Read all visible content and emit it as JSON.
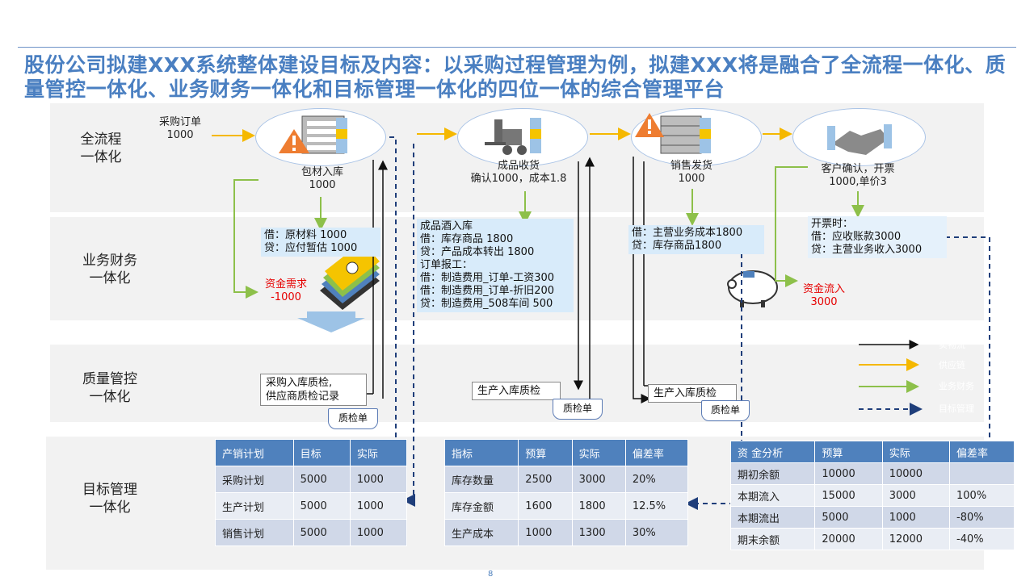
{
  "title": "股份公司拟建XXX系统整体建设目标及内容：以采购过程管理为例，拟建XXX将是融合了全流程一体化、质量管控一体化、业务财务一体化和目标管理一体化的四位一体的综合管理平台",
  "rows": {
    "row1": "全流程\n一体化",
    "row2": "业务财务\n一体化",
    "row3": "质量管控\n一体化",
    "row4": "目标管理\n一体化"
  },
  "flow": {
    "purchase_order": "采购订单\n1000",
    "stage1": "包材入库\n1000",
    "stage2": "成品收货\n确认1000，成本1.8",
    "stage3": "销售发货\n1000",
    "stage4": "客户确认，开票\n1000,单价3"
  },
  "finance": {
    "entry1": "借：原材料 1000\n    贷：应付暂估 1000",
    "cash_need": "资金需求\n-1000",
    "entry2": "成品酒入库\n借：库存商品 1800\n    贷：产品成本转出 1800\n订单报工：\n借：制造费用_订单-工资300\n借：制造费用_订单-折旧200\n贷：制造费用_508车间 500",
    "entry3": "借：主营业务成本1800\n    贷：库存商品1800",
    "entry4": "开票时：\n借：应收账款3000\n    贷：主营业务收入3000",
    "cash_in": "资金流入\n3000"
  },
  "quality": {
    "box1": "采购入库质检,\n供应商质检记录",
    "doc1": "质检单",
    "box2": "生产入库质检",
    "doc2": "质检单",
    "box3": "生产入库质检",
    "doc3": "质检单"
  },
  "legend": {
    "items": [
      "实物流",
      "供应链",
      "业务财务",
      "目标管理"
    ]
  },
  "tables": {
    "plan": {
      "headers": [
        "产销计划",
        "目标",
        "实际"
      ],
      "rows": [
        [
          "采购计划",
          "5000",
          "1000"
        ],
        [
          "生产计划",
          "5000",
          "1000"
        ],
        [
          "销售计划",
          "5000",
          "1000"
        ]
      ]
    },
    "stock": {
      "headers": [
        "指标",
        "预算",
        "实际",
        "偏差率"
      ],
      "rows": [
        [
          "库存数量",
          "2500",
          "3000",
          "20%"
        ],
        [
          "库存金额",
          "1600",
          "1800",
          "12.5%"
        ],
        [
          "生产成本",
          "1000",
          "1300",
          "30%"
        ]
      ]
    },
    "fund": {
      "headers": [
        "资 金分析",
        "预算",
        "实际",
        "偏差率"
      ],
      "rows": [
        [
          "期初余额",
          "10000",
          "10000",
          ""
        ],
        [
          "本期流入",
          "15000",
          "3000",
          "100%"
        ],
        [
          "本期流出",
          "5000",
          "1000",
          "-80%"
        ],
        [
          "期末余额",
          "20000",
          "12000",
          "-40%"
        ]
      ]
    }
  },
  "page_number": "8",
  "colors": {
    "title": "#4a7fc1",
    "yellow_arrow": "#f5b800",
    "green_arrow": "#8dc04a",
    "navy_dashed": "#1f3e7a",
    "table_header": "#4f81bd",
    "negative": "#e60000"
  }
}
